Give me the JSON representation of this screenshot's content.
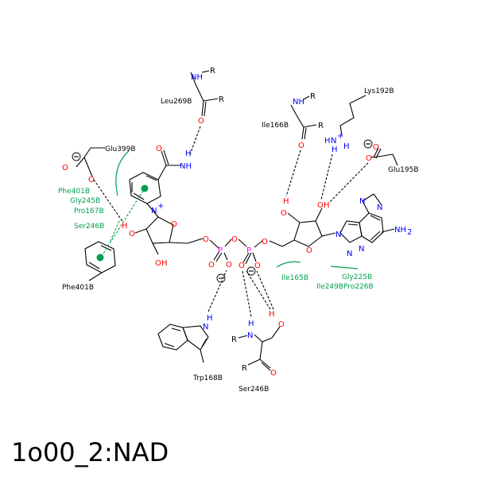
{
  "title": "1o00_2:NAD",
  "residues": {
    "leu269": "Leu269B",
    "glu399": "Glu399B",
    "phe401_top": "Phe401B",
    "gly245": "Gly245B",
    "pro167": "Pro167B",
    "ser246_left": "Ser246B",
    "phe401_ring": "Phe401B",
    "ile166": "Ile166B",
    "lys192": "Lys192B",
    "glu195": "Glu195B",
    "ile165": "Ile165B",
    "gly225": "Gly225B",
    "ile249_pro226": "Ile249BPro226B",
    "trp168": "Trp168B",
    "ser246_bottom": "Ser246B"
  },
  "atoms": {
    "R": "R",
    "N": "N",
    "O": "O",
    "H": "H",
    "P": "P",
    "NH": "NH",
    "NH2": "NH",
    "sub2": "2",
    "plus": "+",
    "minus": "−"
  },
  "colors": {
    "oxygen": "#ff0000",
    "nitrogen": "#0000ff",
    "phosphorus": "#ff00ff",
    "hydrophobic": "#00a050",
    "bond": "#000000"
  }
}
